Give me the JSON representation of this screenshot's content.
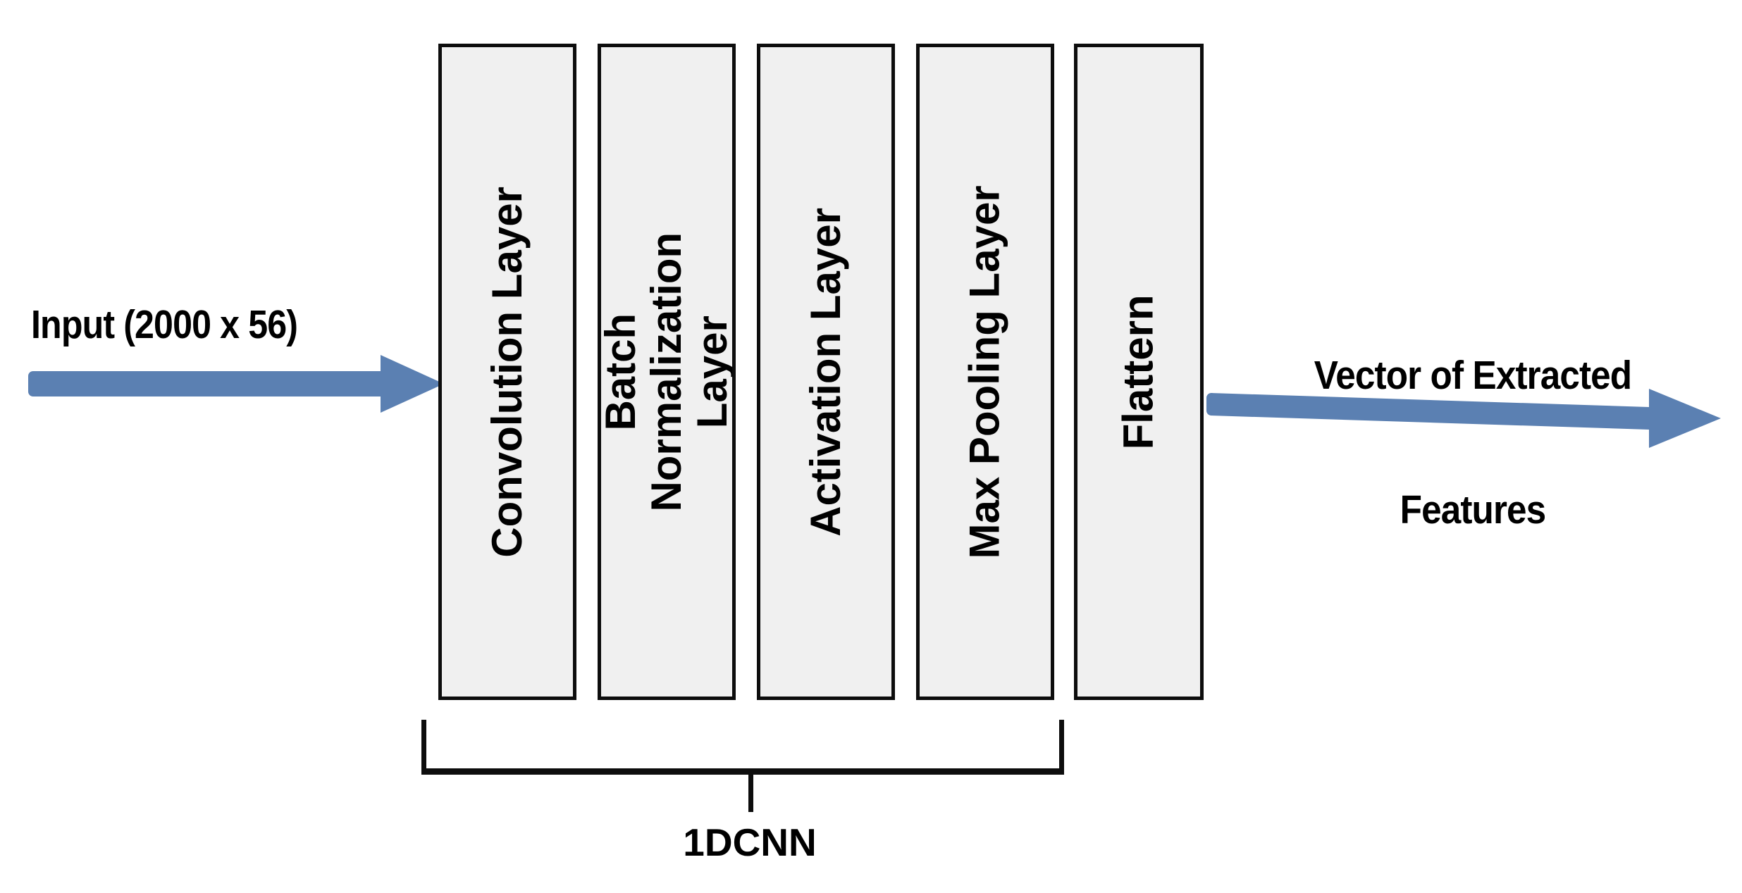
{
  "diagram": {
    "title": "1DCNN feature extraction block diagram",
    "background_color": "#FFFFFF",
    "accent_color": "#5B80B2",
    "box_fill_color": "#F0F0F0",
    "box_border_color": "#0D0D0D",
    "text_color": "#000000"
  },
  "input": {
    "label": "Input (2000 x 56)",
    "arrow_name": "input-arrow"
  },
  "layers": [
    {
      "label": "Convolution Layer",
      "lines": [
        "Convolution Layer"
      ]
    },
    {
      "label": "Batch Normalization Layer",
      "lines": [
        "Batch Normalization",
        "Layer"
      ]
    },
    {
      "label": "Activation Layer",
      "lines": [
        "Activation Layer"
      ]
    },
    {
      "label": "Max Pooling Layer",
      "lines": [
        "Max Pooling Layer"
      ]
    },
    {
      "label": "Flattern",
      "lines": [
        "Flattern"
      ]
    }
  ],
  "group": {
    "label": "1DCNN"
  },
  "output": {
    "line1": "Vector of Extracted",
    "line2": "Features",
    "arrow_name": "output-arrow"
  }
}
